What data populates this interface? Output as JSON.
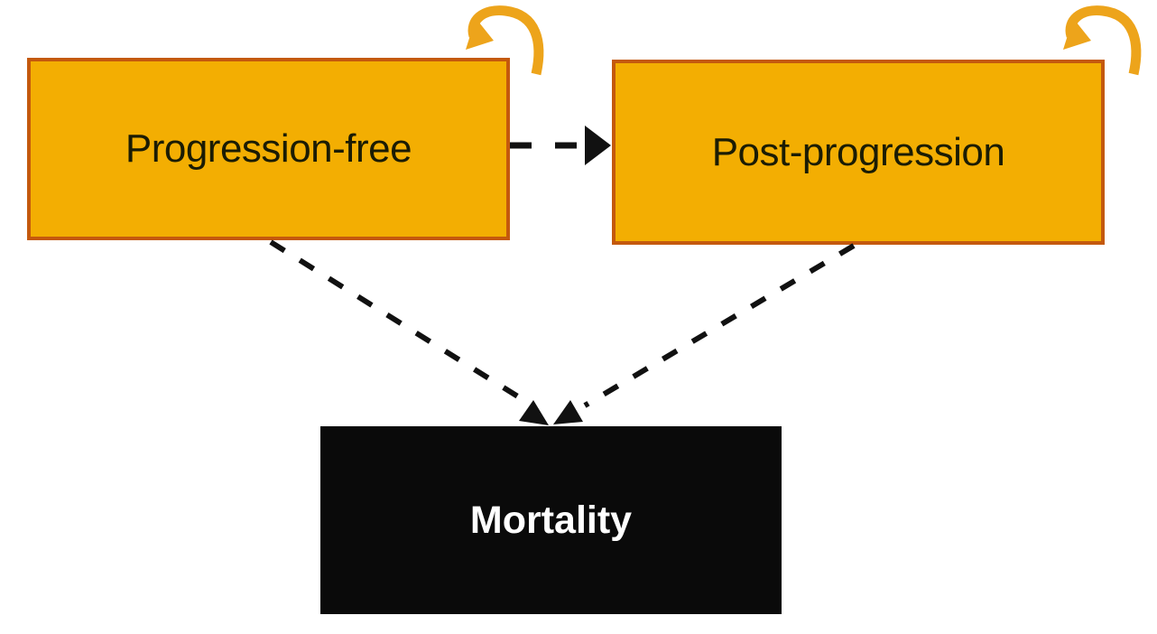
{
  "diagram": {
    "type": "state-transition-model",
    "nodes": [
      {
        "id": "progression-free",
        "label": "Progression-free",
        "self_loop": true
      },
      {
        "id": "post-progression",
        "label": "Post-progression",
        "self_loop": true
      },
      {
        "id": "mortality",
        "label": "Mortality",
        "self_loop": false
      }
    ],
    "edges": [
      {
        "from": "progression-free",
        "to": "post-progression",
        "style": "dashed-arrow"
      },
      {
        "from": "progression-free",
        "to": "mortality",
        "style": "dashed-arrow"
      },
      {
        "from": "post-progression",
        "to": "mortality",
        "style": "dashed-arrow"
      },
      {
        "from": "progression-free",
        "to": "progression-free",
        "style": "self-loop"
      },
      {
        "from": "post-progression",
        "to": "post-progression",
        "style": "self-loop"
      }
    ],
    "colors": {
      "state_fill": "#F3AE02",
      "state_border": "#C4590D",
      "state_text": "#1B1C04",
      "mortality_fill": "#0A0A0A",
      "mortality_text": "#FFFFFF",
      "transition_arrow": "#111111",
      "self_loop_arrow": "#EDA41B",
      "background": "#FFFFFF"
    }
  }
}
